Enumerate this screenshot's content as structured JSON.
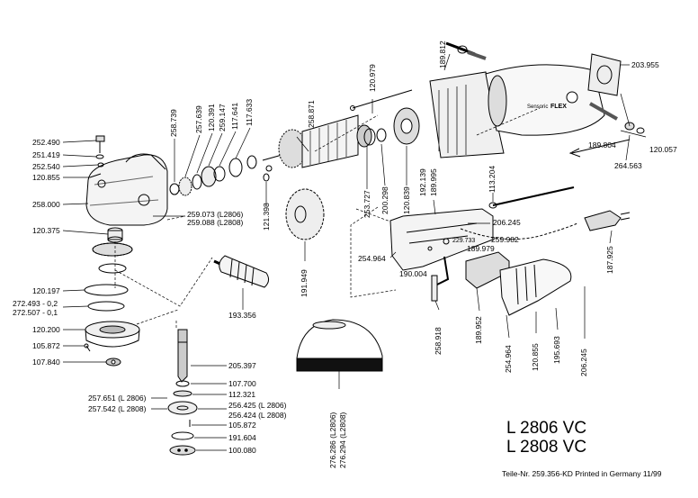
{
  "models": [
    "L 2806 VC",
    "L 2808 VC"
  ],
  "footer": "Teile-Nr. 259.356-KD Printed in Germany 11/99",
  "brand_mark": "FLEX",
  "part_labels": {
    "p_252490": "252.490",
    "p_251419": "251.419",
    "p_252540": "252.540",
    "p_120855a": "120.855",
    "p_258000": "258.000",
    "p_120375": "120.375",
    "p_120197": "120.197",
    "p_272493": "272.493 - 0,2",
    "p_272507": "272.507 - 0,1",
    "p_120200": "120.200",
    "p_105872a": "105.872",
    "p_107840": "107.840",
    "p_258739": "258.739",
    "p_257639": "257.639",
    "p_120391": "120.391",
    "p_259147": "259.147",
    "p_117641": "117.641",
    "p_117633": "117.633",
    "p_259073": "259.073 (L2806)",
    "p_259088": "259.088 (L2808)",
    "p_121398": "121.398",
    "p_193356": "193.356",
    "p_258871": "258.871",
    "p_191949": "191.949",
    "p_120979": "120.979",
    "p_189812": "189.812",
    "p_203955": "203.955",
    "p_189804": "189.804",
    "p_120057": "120.057",
    "p_264563": "264.563",
    "p_253727": "253.727",
    "p_200298": "200.298",
    "p_120839": "120.839",
    "p_192139": "192.139",
    "p_189995": "189.995",
    "p_113204": "113.204",
    "p_206245a": "206.245",
    "p_229733": "229.733",
    "p_189979": "189.979",
    "p_259982": "259.982",
    "p_254964a": "254.964",
    "p_190004": "190.004",
    "p_187925": "187.925",
    "p_258918": "258.918",
    "p_189952": "189.952",
    "p_254964b": "254.964",
    "p_120855b": "120.855",
    "p_195693": "195.693",
    "p_206245b": "206.245",
    "p_205397": "205.397",
    "p_107700": "107.700",
    "p_112321": "112.321",
    "p_257651": "257.651 (L 2806)",
    "p_257542": "257.542 (L 2808)",
    "p_256425": "256.425 (L 2806)",
    "p_256424": "256.424 (L 2808)",
    "p_105872b": "105.872",
    "p_191604": "191.604",
    "p_100080": "100.080",
    "p_276286": "276.286 (L2806)",
    "p_276294": "276.294 (L2808)"
  }
}
